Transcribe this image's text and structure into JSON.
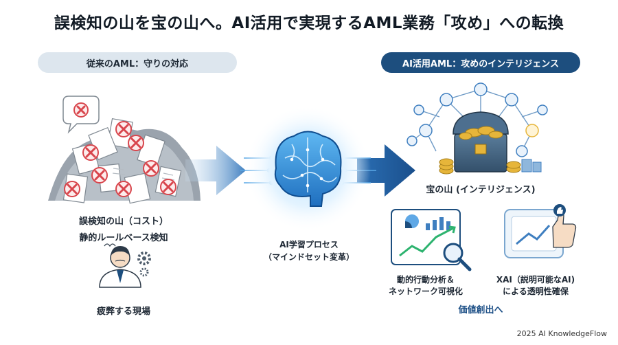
{
  "title": "誤検知の山を宝の山へ。AI活用で実現するAML業務「攻め」への転換",
  "left": {
    "pill": "従来のAML：守りの対応",
    "caption_1": "誤検知の山（コスト）",
    "caption_2": "静的ルールベース検知",
    "worker_caption": "疲弊する現場"
  },
  "center": {
    "caption_1": "AI学習プロセス",
    "caption_2": "（マインドセット変革）"
  },
  "right": {
    "pill": "AI活用AML：攻めのインテリジェンス",
    "treasure_caption": "宝の山 (インテリジェンス)",
    "analytics_caption_1": "動的行動分析＆",
    "analytics_caption_2": "ネットワーク可視化",
    "xai_caption_1": "XAI（説明可能なAI)",
    "xai_caption_2": "による透明性確保",
    "value_caption": "価値創出へ"
  },
  "footer": "2025 AI KnowledgeFlow",
  "colors": {
    "accent_dark": "#1d4e7e",
    "alert_red": "#d8454c",
    "gold": "#e6b53a",
    "ai_blue": "#3aa0e8"
  }
}
